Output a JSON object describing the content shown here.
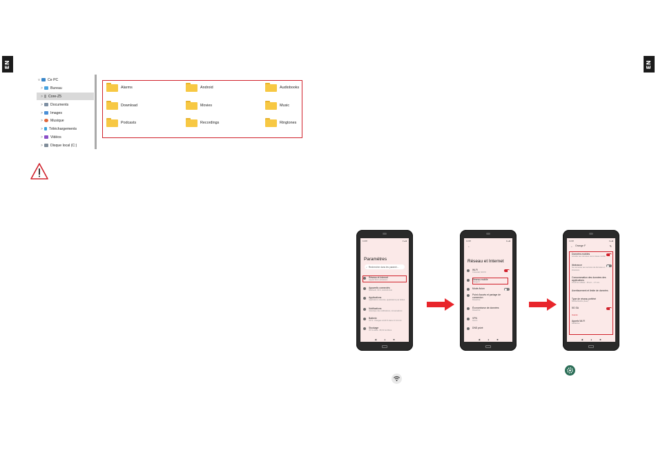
{
  "language_tab": "EN",
  "explorer": {
    "tree": [
      {
        "label": "Ce PC",
        "color": "#3a86c8",
        "chevron": "v"
      },
      {
        "label": "Bureau",
        "color": "#4aa3df",
        "chevron": ">"
      },
      {
        "label": "Core-Z5",
        "color": "#9a9a9a",
        "chevron": ">"
      },
      {
        "label": "Documents",
        "color": "#7d8fa3",
        "chevron": ">"
      },
      {
        "label": "Images",
        "color": "#4a8fd6",
        "chevron": ">"
      },
      {
        "label": "Musique",
        "color": "#e0663a",
        "chevron": ">"
      },
      {
        "label": "Téléchargements",
        "color": "#3aa0d8",
        "chevron": ">"
      },
      {
        "label": "Vidéos",
        "color": "#8a4fc7",
        "chevron": ">"
      },
      {
        "label": "Disque local (C:)",
        "color": "#7f8c99",
        "chevron": ">"
      }
    ],
    "folders": [
      "Alarms",
      "Android",
      "Audiobooks",
      "Download",
      "Movies",
      "Music",
      "Podcasts",
      "Recordings",
      "Ringtones"
    ]
  },
  "phone1": {
    "status_time": "11:08",
    "title": "Paramètres",
    "search_placeholder": "Rechercher dans les paramè...",
    "items": [
      {
        "title": "Réseau et Internet",
        "sub": "Appels Wi-Fi activé/ami"
      },
      {
        "title": "Appareils connectés",
        "sub": "Bluetooth, NFC, Android Auto"
      },
      {
        "title": "Applications",
        "sub": "Applications récentes, applications par défaut"
      },
      {
        "title": "Notifications",
        "sub": "Historique des notifications, conversations"
      },
      {
        "title": "Batterie",
        "sub": "33 % - Chargée à 100 % dans 1 h 24 min"
      },
      {
        "title": "Stockage",
        "sub": "35 % utilisé - 83,31 Go libres"
      }
    ]
  },
  "phone2": {
    "status_time": "11:08",
    "title": "Réseau et Internet",
    "items": [
      {
        "title": "Wi-Fi",
        "sub": "Crosscall, NOVO"
      },
      {
        "title": "Réseau mobile",
        "sub": "Orange F"
      },
      {
        "title": "Mode Avion",
        "sub": ""
      },
      {
        "title": "Point d'accès et partage de connexion",
        "sub": "Désactivé"
      },
      {
        "title": "Économiseur de données",
        "sub": "Désactivé"
      },
      {
        "title": "VPN",
        "sub": "Aucun"
      },
      {
        "title": "DNS privé",
        "sub": ""
      }
    ]
  },
  "phone3": {
    "status_time": "11:08",
    "title": "Orange F",
    "items": [
      {
        "title": "Données mobiles",
        "sub": "Accéder aux données via le réseau mobile"
      },
      {
        "title": "Itinérance",
        "sub": "Se connecter aux services de données en itinérance"
      },
      {
        "title": "Consommation des données des applications",
        "sub": "15,20 Go utilisés : 18 oct. – 17 nov."
      },
      {
        "title": "Avertissement et limite de données",
        "sub": ""
      },
      {
        "title": "Type de réseau préféré",
        "sub": "5G/4G/3G/2G (Auto)"
      },
      {
        "title": "5G SA",
        "sub": ""
      },
      {
        "title": "Avancé",
        "sub": ""
      },
      {
        "title": "Appels Wi-Fi",
        "sub": "Désactivé"
      }
    ]
  }
}
